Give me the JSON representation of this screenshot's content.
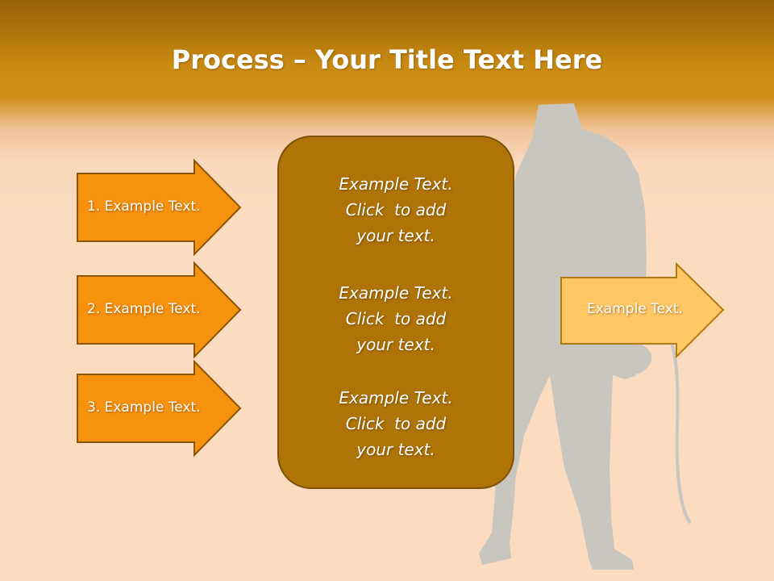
{
  "slide": {
    "title_bold": "Process",
    "title_rest": " – Your Title Text Here"
  },
  "left_arrows": [
    {
      "label": "1. Example Text."
    },
    {
      "label": "2. Example Text."
    },
    {
      "label": "3. Example Text."
    }
  ],
  "center_box": {
    "blocks": [
      {
        "lines": [
          "Example Text.",
          "Click  to add",
          "your text."
        ]
      },
      {
        "lines": [
          "Example Text.",
          "Click  to add",
          "your text."
        ]
      },
      {
        "lines": [
          "Example Text.",
          "Click  to add",
          "your text."
        ]
      }
    ]
  },
  "right_arrow": {
    "label": "Example Text."
  },
  "colors": {
    "header_dark": "#956007",
    "header_light": "#d08f1c",
    "background": "#fbdcc0",
    "left_arrow_fill": "#f7920f",
    "left_arrow_stroke": "#8a5505",
    "center_box_fill": "#af7407",
    "right_arrow_fill": "#fec764",
    "silhouette": "#c9c6bf"
  },
  "icons": {
    "background_figure": "guitarist-silhouette-icon"
  }
}
